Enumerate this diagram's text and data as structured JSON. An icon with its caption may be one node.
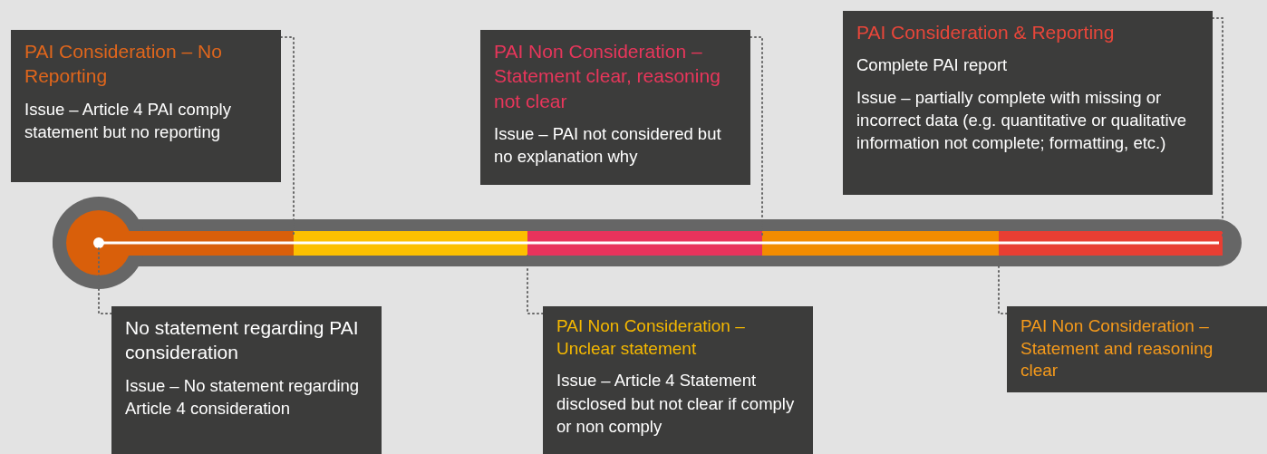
{
  "diagram": {
    "nodes": [
      {
        "text": [
          "PAI Consideration – No Reporting",
          "Issue –  Article 4 PAI comply statement but no reporting"
        ]
      },
      {
        "text": [
          "No statement regarding PAI consideration",
          "Issue – No statement regarding Article 4 consideration"
        ]
      },
      {
        "text": [
          "PAI Non Consideration – Statement clear, reasoning not clear",
          "Issue – PAI not considered but no explanation why"
        ]
      },
      {
        "text": [
          "PAI Non Consideration – Unclear statement",
          "Issue – Article 4 Statement disclosed but not clear if comply or non comply"
        ]
      },
      {
        "text": [
          "PAI Consideration & Reporting",
          "Complete PAI report",
          "Issue – partially complete with missing or incorrect data (e.g. quantitative or qualitative information not complete; formatting, etc.)"
        ]
      },
      {
        "text": [
          "PAI Non Consideration – Statement and reasoning clear"
        ]
      }
    ],
    "edges": [
      {
        "from": 0,
        "to": null,
        "arrow": "none",
        "style": "dashed"
      },
      {
        "from": 1,
        "to": null,
        "arrow": "none",
        "style": "dashed"
      },
      {
        "from": 2,
        "to": null,
        "arrow": "none",
        "style": "dashed"
      },
      {
        "from": 3,
        "to": null,
        "arrow": "none",
        "style": "dashed"
      },
      {
        "from": 4,
        "to": null,
        "arrow": "none",
        "style": "dashed"
      },
      {
        "from": 5,
        "to": null,
        "arrow": "none",
        "style": "dashed"
      }
    ]
  }
}
